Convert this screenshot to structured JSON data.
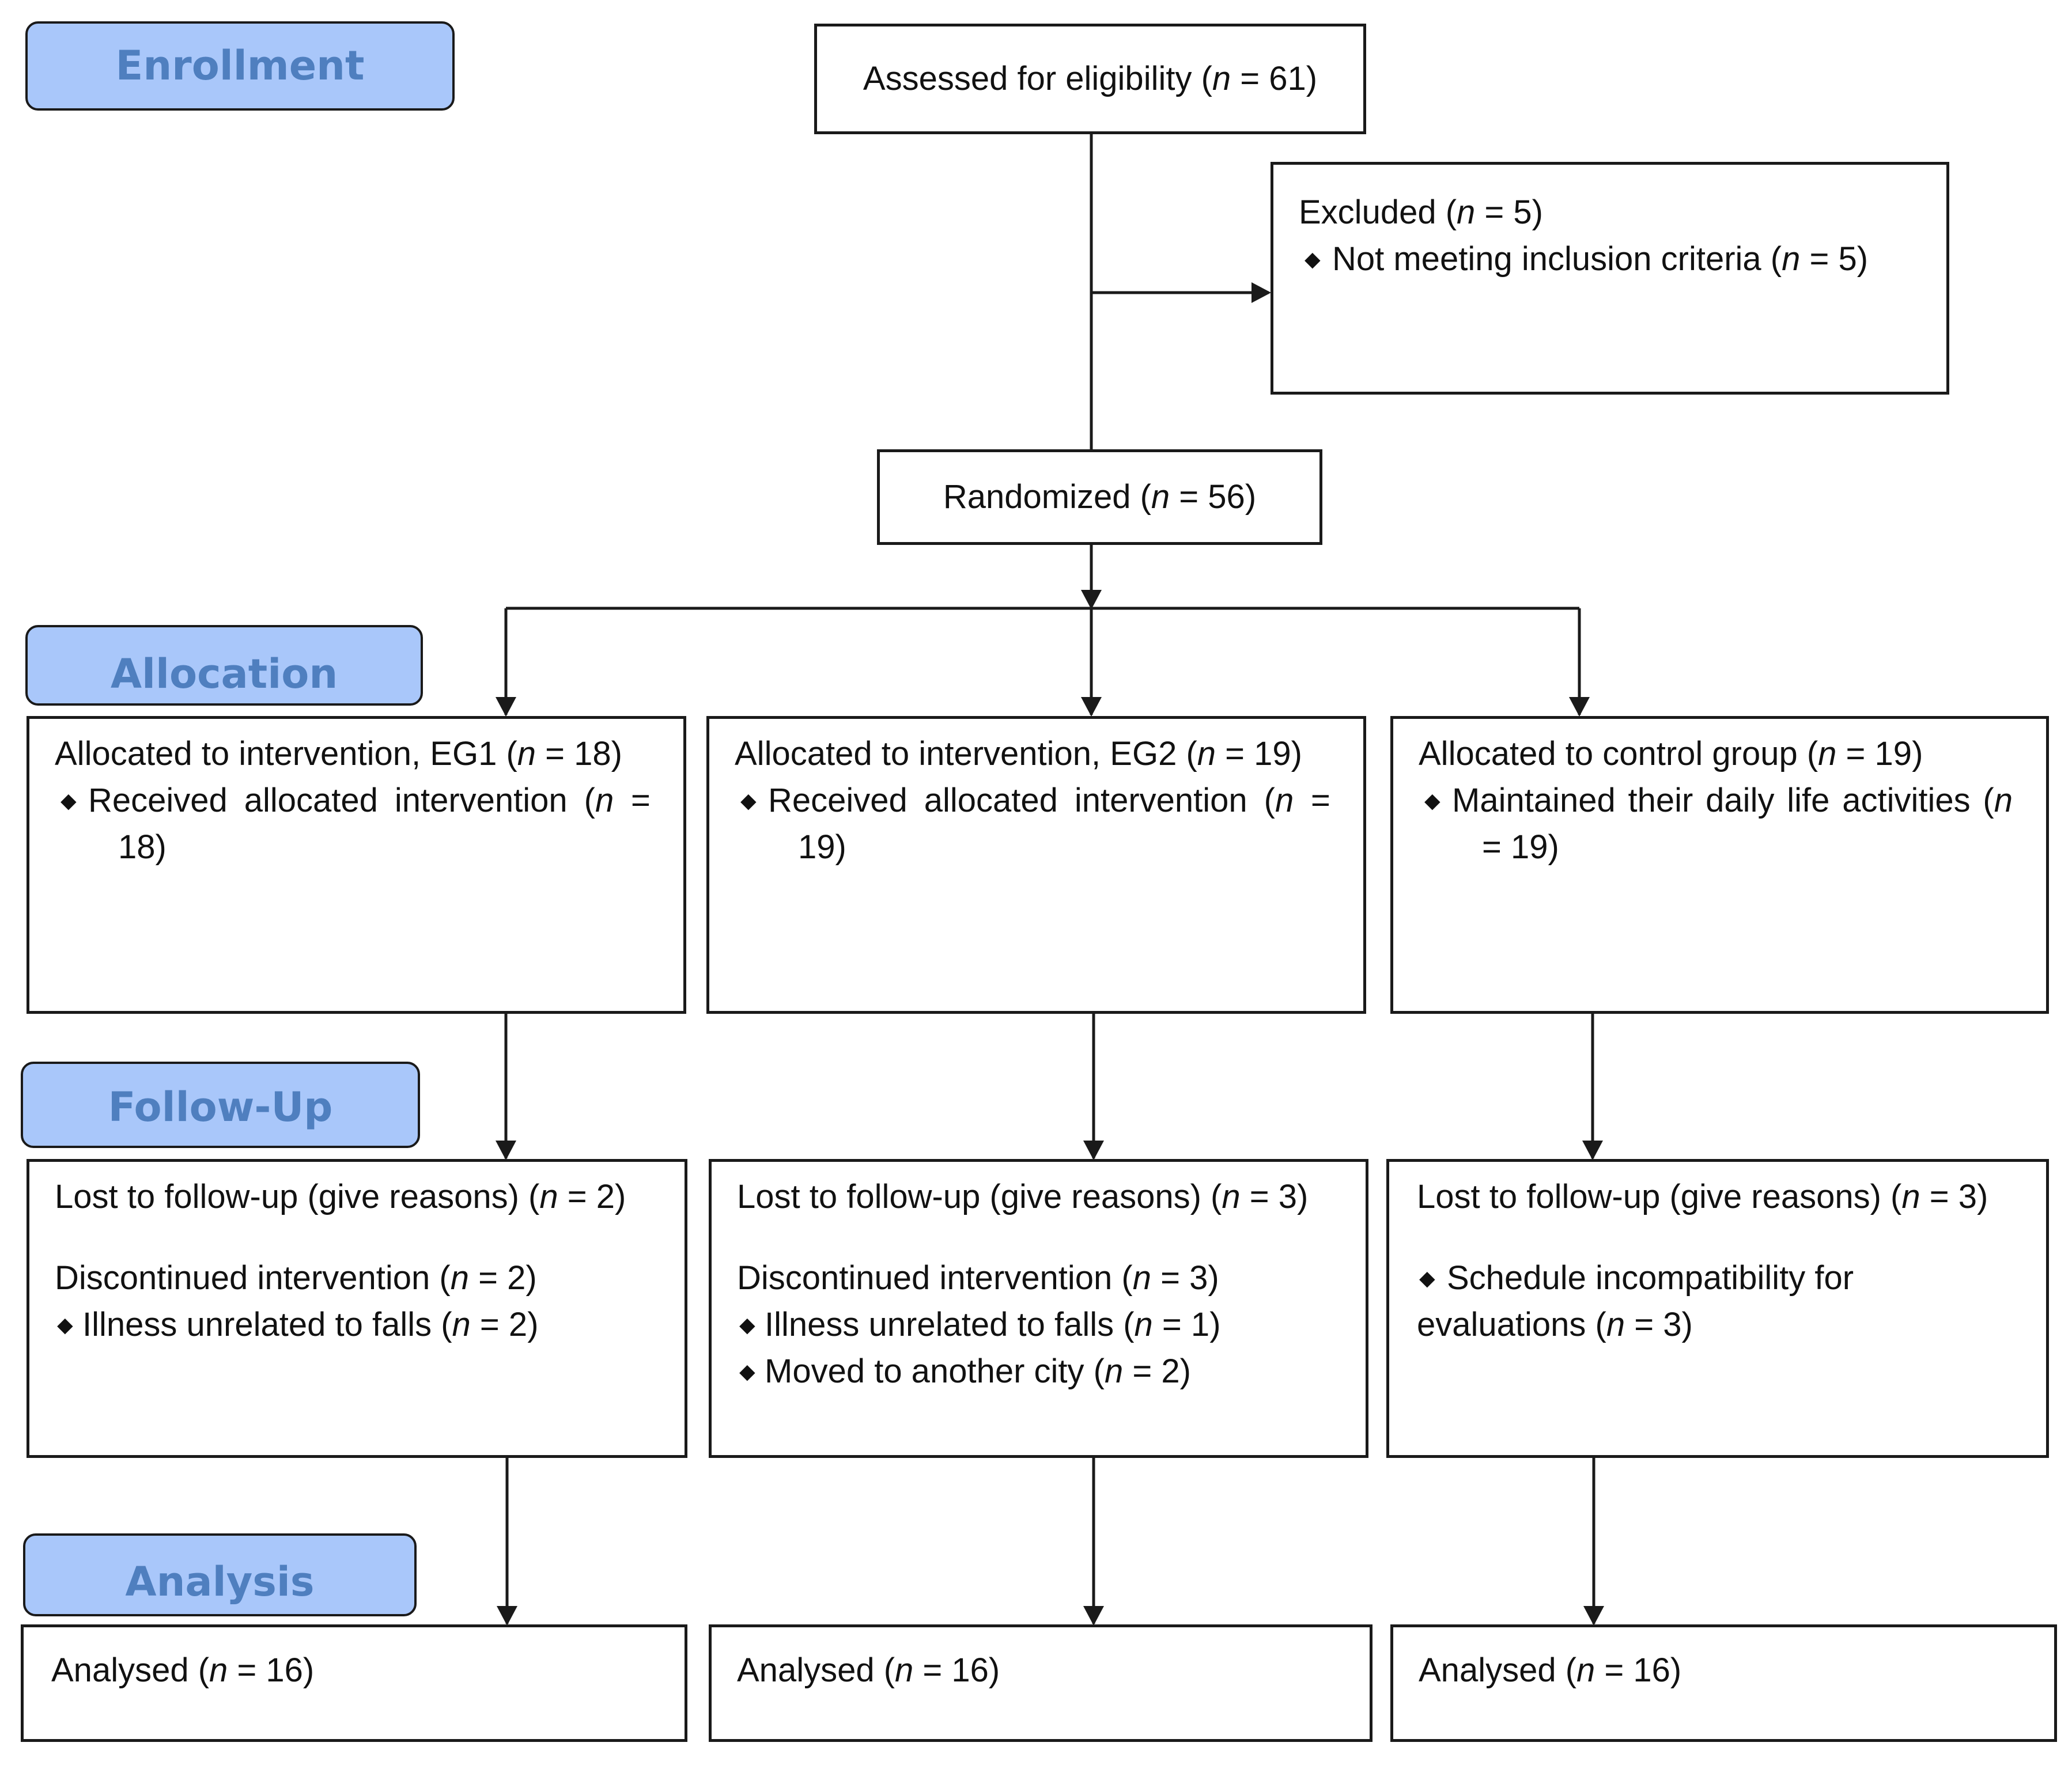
{
  "stages": {
    "enrollment": "Enrollment",
    "allocation": "Allocation",
    "follow_up": "Follow-Up",
    "analysis": "Analysis"
  },
  "enrollment": {
    "assessed": {
      "label": "Assessed for eligibility (",
      "n": "61"
    },
    "excluded": {
      "label": "Excluded (",
      "n": "5",
      "reason": "Not meeting inclusion criteria (",
      "reason_n": "5"
    },
    "randomized": {
      "label": "Randomized (",
      "n": "56"
    }
  },
  "allocation": [
    {
      "label": "Allocated to intervention, EG1 (",
      "n": "18",
      "item_text": "Received allocated intervention (",
      "item_n_break": "n =",
      "item_n": "18)"
    },
    {
      "label": "Allocated to intervention, EG2 (",
      "n": "19",
      "item_text": "Received allocated intervention (",
      "item_n_break": "n =",
      "item_n": "19)"
    },
    {
      "label": "Allocated to control group (",
      "n": "19",
      "item_text": "Maintained their daily life activities (",
      "item_n_break": "n",
      "item_n": "= 19)"
    }
  ],
  "follow_up": [
    {
      "lost": "Lost to follow-up (give reasons) (",
      "lost_n": "2",
      "discontinued": "Discontinued intervention (",
      "discontinued_n": "2",
      "reasons": [
        {
          "text": "Illness unrelated to falls (",
          "n": "2"
        }
      ]
    },
    {
      "lost": "Lost to follow-up (give reasons) (",
      "lost_n": "3",
      "discontinued": "Discontinued intervention (",
      "discontinued_n": "3",
      "reasons": [
        {
          "text": "Illness unrelated to falls (",
          "n": "1"
        },
        {
          "text": "Moved to another city (",
          "n": "2"
        }
      ]
    },
    {
      "lost": "Lost to follow-up (give reasons) (",
      "lost_n": "3",
      "reason_line1": "Schedule incompatibility for",
      "reason_line2": "evaluations (",
      "reason_n": "3"
    }
  ],
  "analysis": [
    {
      "label": "Analysed (",
      "n": "16"
    },
    {
      "label": "Analysed (",
      "n": "16"
    },
    {
      "label": "Analysed (",
      "n": "16"
    }
  ],
  "glyphs": {
    "n": "n",
    "eq": " = ",
    "close": ")",
    "bullet": "◆"
  },
  "colors": {
    "stage_fill": "#a9c7fa",
    "stage_text": "#4f7fbf",
    "stroke": "#1a1a1a"
  }
}
